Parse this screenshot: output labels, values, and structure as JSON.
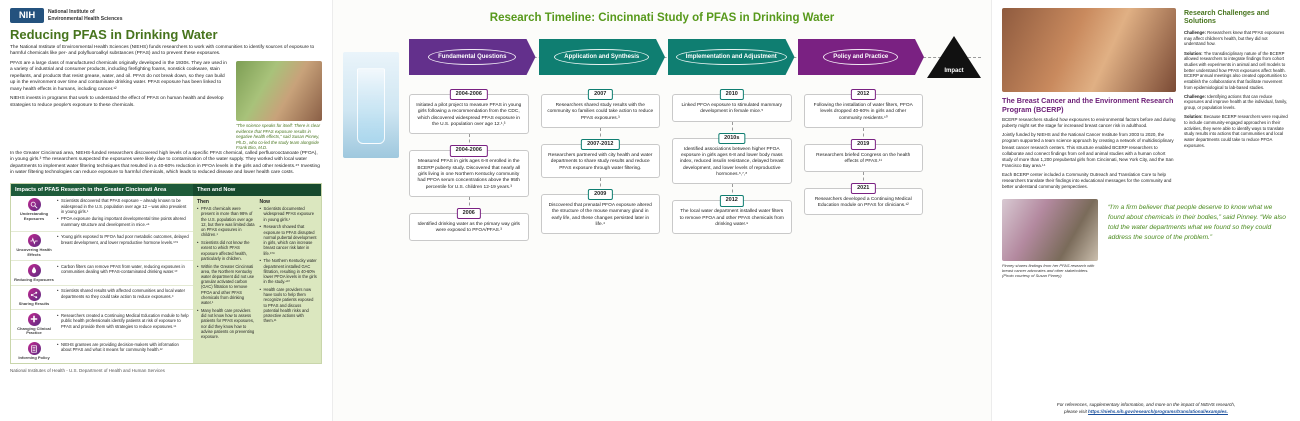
{
  "colors": {
    "green": "#47741d",
    "bright_green": "#57991b",
    "purple": "#6d2077",
    "teal": "#0f7e71",
    "table_green": "#1e5b3a",
    "black": "#111111"
  },
  "brand": {
    "logo": "NIH",
    "institute_line1": "National Institute of",
    "institute_line2": "Environmental Health Sciences"
  },
  "left": {
    "title": "Reducing PFAS in Drinking Water",
    "paragraphs": [
      "The National Institute of Environmental Health Sciences (NIEHS) funds researchers to work with communities to identify sources of exposure to harmful chemicals like per- and polyfluoroalkyl substances (PFAS) and to prevent these exposures.",
      "PFAS are a large class of manufactured chemicals originally developed in the 1930s. They are used in a variety of industrial and consumer products, including firefighting foams, nonstick cookware, stain repellants, and products that resist grease, water, and oil. PFAS do not break down, so they can build up in the environment over time and contaminate drinking water. PFAS exposure has been linked to many health effects in humans, including cancer.¹²",
      "NIEHS invests in programs that work to understand the effect of PFAS on human health and develop strategies to reduce people's exposure to these chemicals.",
      "In the Greater Cincinnati area, NIEHS-funded researchers discovered high levels of a specific PFAS chemical, called perfluorooctanoate (PFOA), in young girls.³ The researchers suspected the exposures were likely due to contamination of the water supply. They worked with local water departments to implement water filtering techniques that resulted in a 40-60% reduction in PFOA levels in the girls and other residents.⁴⁵ Investing in water filtering technologies can reduce exposure to harmful chemicals, which leads to reduced disease and lower health care costs."
    ],
    "photo_caption": "“The science speaks for itself: There is clear evidence that PFAS exposure results in negative health effects,” said Susan Pinney, Ph.D., who co-led the study team alongside Frank Biro, M.D.",
    "table": {
      "title": "Impacts of PFAS Research in the Greater Cincinnati Area",
      "then_now_title": "Then and Now",
      "rows": [
        {
          "label": "Understanding Exposures",
          "bullets": [
            "Scientists discovered that PFAS exposure – already known to be widespread in the U.S. population over age 12 – was also prevalent in young girls.¹",
            "PFOA exposure during important developmental time points altered mammary structure and development in mice.⁴⁵"
          ]
        },
        {
          "label": "Uncovering Health Effects",
          "bullets": [
            "Young girls exposed to PFOA had poor metabolic outcomes, delayed breast development, and lower reproductive hormone levels.⁶⁷⁸"
          ]
        },
        {
          "label": "Reducing Exposures",
          "bullets": [
            "Carbon filters can remove PFAS from water, reducing exposures in communities dealing with PFAS-contaminated drinking water.¹⁰"
          ]
        },
        {
          "label": "Sharing Results",
          "bullets": [
            "Scientists shared results with affected communities and local water departments so they could take action to reduce exposures.⁹"
          ]
        },
        {
          "label": "Changing Clinical Practice",
          "bullets": [
            "Researchers created a Continuing Medical Education module to help public health professionals identify patients at risk of exposure to PFAS and provide them with strategies to reduce exposures.¹¹"
          ]
        },
        {
          "label": "Informing Policy",
          "bullets": [
            "NIEHS grantees are providing decision-makers with information about PFAS and what it means for community health.¹²"
          ]
        }
      ],
      "then": {
        "title": "Then",
        "bullets": [
          "PFAS chemicals were present in more than 98% of the U.S. population over age 12, but there was limited data on PFAS exposures in children.¹",
          "Scientists did not know the extent to which PFAS exposure affected health, particularly in children.",
          "Within the Greater Cincinnati area, the Northern Kentucky water department did not use granular activated carbon (GAC) filtration to remove PFOA and other PFAS chemicals from drinking water.¹",
          "Many health care providers did not know how to assess patients for PFAS exposures, nor did they know how to advise patients on preventing exposure."
        ]
      },
      "now": {
        "title": "Now",
        "bullets": [
          "Scientists documented widespread PFAS exposure in young girls.¹",
          "Research showed that exposure to PFAS disrupted normal pubertal development in girls, which can increase breast cancer risk later in life.⁶⁷⁸",
          "The Northern Kentucky water department installed GAC filtration, resulting in 40-60% lower PFOA levels in the girls in the study.⁴¹⁰",
          "Health care providers now have tools to help them recognize patients exposed to PFAS and discuss potential health risks and protective actions with them.¹¹"
        ]
      }
    },
    "footer": "National Institutes of Health - U.S. Department of Health and Human Services"
  },
  "timeline": {
    "title": "Research Timeline: Cincinnati Study of PFAS in Drinking Water",
    "stages": [
      {
        "label": "Fundamental Questions"
      },
      {
        "label": "Application and Synthesis"
      },
      {
        "label": "Implementation and Adjustment"
      },
      {
        "label": "Policy and Practice"
      }
    ],
    "impact_label": "Impact",
    "columns": [
      {
        "events": [
          {
            "year": "2004-2006",
            "text": "Initiated a pilot project to measure PFAS in young girls following a recommendation from the CDC, which discovered widespread PFAS exposure in the U.S. population over age 12.¹,³"
          },
          {
            "year": "2004-2006",
            "text": "Measured PFAS in girls ages 6-8 enrolled in the BCERP puberty study. Discovered that nearly all girls living in one Northern Kentucky community had PFOA serum concentrations above the 95th percentile for U.S. children 12-19 years.³"
          },
          {
            "year": "2006",
            "text": "Identified drinking water as the primary way girls were exposed to PFOA/PFAS.³"
          }
        ]
      },
      {
        "events": [
          {
            "year": "2007",
            "text": "Researchers shared study results with the community so families could take action to reduce PFAS exposures.³"
          },
          {
            "year": "2007-2012",
            "text": "Researchers partnered with city health and water departments to share study results and reduce PFAS exposure through water filtering."
          },
          {
            "year": "2009",
            "text": "Discovered that prenatal PFOA exposure altered the structure of the mouse mammary gland in early life, and these changes persisted later in life.⁴"
          }
        ]
      },
      {
        "events": [
          {
            "year": "2010",
            "text": "Linked PFOA exposure to stimulated mammary development in female mice.⁵"
          },
          {
            "year": "2010s",
            "text": "Identified associations between higher PFOA exposure in girls ages 6-8 and lower body mass index, reduced insulin resistance, delayed breast development, and lower levels of reproductive hormones.⁶,⁷,⁸"
          },
          {
            "year": "2012",
            "text": "The local water department installed water filters to remove PFOA and other PFAS chemicals from drinking water.⁹"
          }
        ]
      },
      {
        "events": [
          {
            "year": "2012",
            "text": "Following the installation of water filters, PFOA levels dropped 40-60% in girls and other community residents.¹⁰"
          },
          {
            "year": "2019",
            "text": "Researchers briefed Congress on the health effects of PFAS.¹¹"
          },
          {
            "year": "2021",
            "text": "Researchers developed a Continuing Medical Education module on PFAS for clinicians.¹²"
          }
        ]
      }
    ]
  },
  "right": {
    "bcerp": {
      "title": "The Breast Cancer and the Environment Research Program (BCERP)",
      "paragraphs": [
        "BCERP researchers studied how exposures to environmental factors before and during puberty might set the stage for increased breast cancer risk in adulthood.",
        "Jointly funded by NIEHS and the National Cancer Institute from 2003 to 2020, the program supported a team science approach by creating a network of multidisciplinary breast cancer research centers. This structure enabled BCERP researchers to collaborate and connect findings from cell and animal studies with a human cohort study of more than 1,200 prepubertal girls from Cincinnati, New York City, and the San Francisco Bay area.¹⁴",
        "Each BCERP center included a Community Outreach and Translation Core to help researchers translate their findings into educational messages for the community and better understand community perspectives."
      ]
    },
    "challenges": {
      "title": "Research Challenges and Solutions",
      "items": [
        {
          "label": "Challenge:",
          "text": "Researchers knew that PFAS exposures may affect children's health, but they did not understand how."
        },
        {
          "label": "Solution:",
          "text": "The transdisciplinary nature of the BCERP allowed researchers to integrate findings from cohort studies with experiments in animal and cell models to better understand how PFAS exposures affect health. BCERP annual meetings also created opportunities to establish the collaborations that facilitate movement from epidemiological to lab-based studies."
        },
        {
          "label": "Challenge:",
          "text": "Identifying actions that can reduce exposures and improve health at the individual, family, group, or population levels."
        },
        {
          "label": "Solution:",
          "text": "Because BCERP researchers were required to include community-engaged approaches in their activities, they were able to identify ways to translate study results into actions that communities and local water departments could take to reduce PFOA exposures."
        }
      ]
    },
    "pinney_caption": "Pinney shares findings from her PFAS research with breast cancer advocates and other stakeholders. (Photo courtesy of Susan Pinney)",
    "quote": "“I'm a firm believer that people deserve to know what we found about chemicals in their bodies,” said Pinney. “We also told the water departments what we found so they could address the source of the problem.”",
    "footer": {
      "line1": "For references, supplementary information, and more on the impact of NIEHS research,",
      "prefix": "please visit ",
      "link": "https://niehs.nih.gov/research/programs/translational/examples."
    }
  }
}
